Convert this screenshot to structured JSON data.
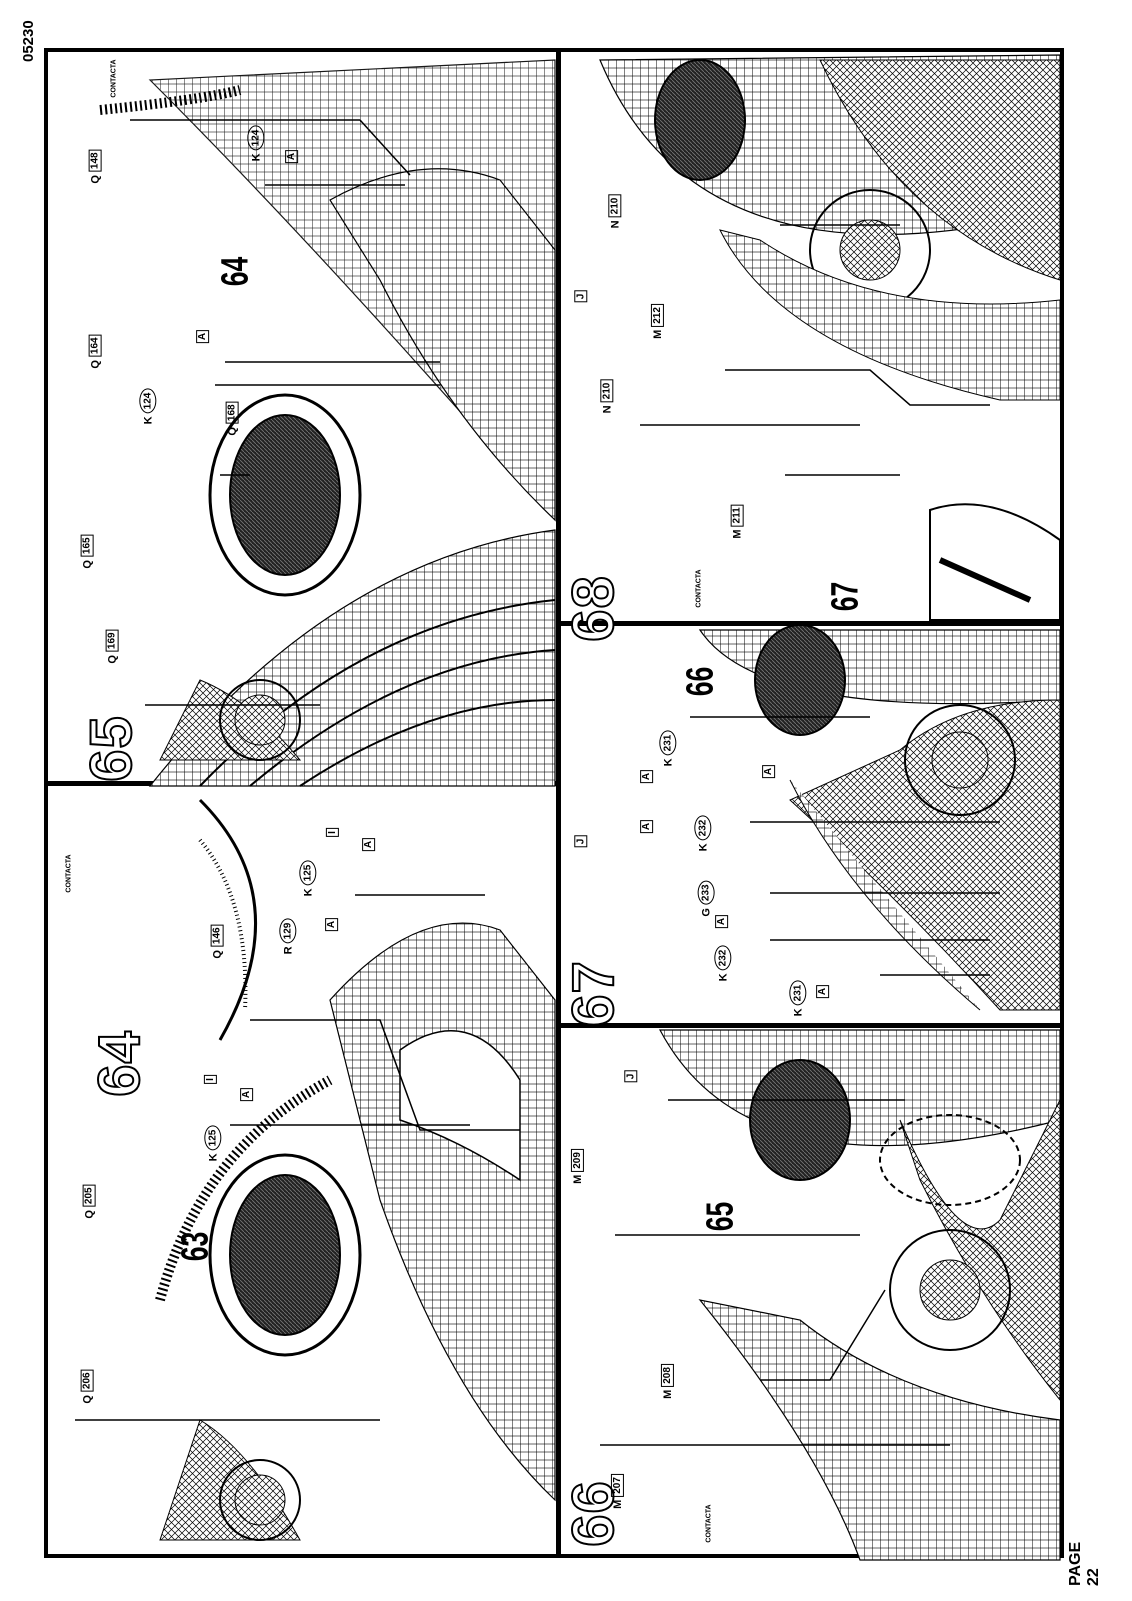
{
  "page": {
    "code": "05230",
    "page_label": "PAGE 22"
  },
  "panels": {
    "step64": {
      "number": "64",
      "sub_step": "63",
      "parts": [
        {
          "letter": "Q",
          "num": "206",
          "kind": "box"
        },
        {
          "letter": "Q",
          "num": "205",
          "kind": "box"
        },
        {
          "letter": "K",
          "num": "125",
          "kind": "circle"
        },
        {
          "letter": "R",
          "num": "129",
          "kind": "circle"
        },
        {
          "letter": "Q",
          "num": "146",
          "kind": "box"
        },
        {
          "letter": "K",
          "num": "125",
          "kind": "circle"
        }
      ],
      "markers": [
        "I",
        "A",
        "A",
        "I",
        "A"
      ]
    },
    "step65": {
      "number": "65",
      "sub_step": "64",
      "parts": [
        {
          "letter": "Q",
          "num": "169",
          "kind": "box"
        },
        {
          "letter": "Q",
          "num": "165",
          "kind": "box"
        },
        {
          "letter": "K",
          "num": "124",
          "kind": "circle"
        },
        {
          "letter": "Q",
          "num": "168",
          "kind": "box"
        },
        {
          "letter": "Q",
          "num": "164",
          "kind": "box"
        },
        {
          "letter": "K",
          "num": "124",
          "kind": "circle"
        },
        {
          "letter": "Q",
          "num": "148",
          "kind": "box"
        }
      ],
      "markers": [
        "A",
        "A"
      ]
    },
    "step66": {
      "number": "66",
      "sub_step": "65",
      "parts": [
        {
          "letter": "M",
          "num": "207",
          "kind": "box"
        },
        {
          "letter": "M",
          "num": "208",
          "kind": "box"
        },
        {
          "letter": "M",
          "num": "209",
          "kind": "box"
        }
      ],
      "markers": [
        "J"
      ]
    },
    "step67": {
      "number": "67",
      "sub_step": "66",
      "parts": [
        {
          "letter": "K",
          "num": "231",
          "kind": "circle"
        },
        {
          "letter": "K",
          "num": "232",
          "kind": "circle"
        },
        {
          "letter": "G",
          "num": "233",
          "kind": "circle"
        },
        {
          "letter": "K",
          "num": "232",
          "kind": "circle"
        },
        {
          "letter": "K",
          "num": "231",
          "kind": "circle"
        }
      ],
      "markers": [
        "A",
        "A",
        "A",
        "A",
        "J",
        "A"
      ]
    },
    "step68": {
      "number": "68",
      "sub_step": "67",
      "parts": [
        {
          "letter": "M",
          "num": "211",
          "kind": "box"
        },
        {
          "letter": "N",
          "num": "210",
          "kind": "box"
        },
        {
          "letter": "M",
          "num": "212",
          "kind": "box"
        },
        {
          "letter": "N",
          "num": "210",
          "kind": "box"
        }
      ],
      "markers": [
        "J"
      ]
    }
  },
  "glue_label": "CONTACTA"
}
